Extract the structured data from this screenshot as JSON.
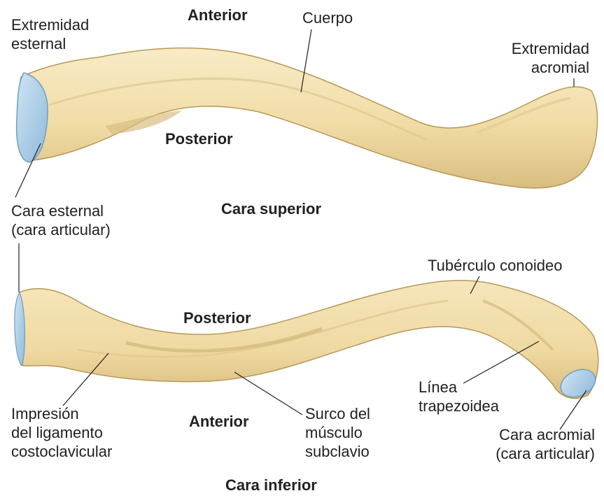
{
  "superior_view": {
    "title": "Cara superior",
    "orientation_top": "Anterior",
    "orientation_bottom": "Posterior",
    "labels": {
      "sternal_end": [
        "Extremidad",
        "esternal"
      ],
      "body": "Cuerpo",
      "acromial_end": [
        "Extremidad",
        "acromial"
      ],
      "sternal_facet": [
        "Cara esternal",
        "(cara articular)"
      ]
    }
  },
  "inferior_view": {
    "title": "Cara inferior",
    "orientation_top": "Posterior",
    "orientation_bottom": "Anterior",
    "labels": {
      "conoid_tubercle": "Tubérculo conoideo",
      "trapezoid_line": [
        "Línea",
        "trapezoidea"
      ],
      "costoclavicular_impression": [
        "Impresión",
        "del ligamento",
        "costoclavicular"
      ],
      "subclavius_groove": [
        "Surco del",
        "músculo",
        "subclavio"
      ],
      "acromial_facet": [
        "Cara acromial",
        "(cara articular)"
      ]
    }
  },
  "colors": {
    "bone_fill": "#f3e0ad",
    "bone_shadow": "#dcc184",
    "bone_outline": "#b59857",
    "articular_fill": "#a9cde6",
    "articular_outline": "#6f9fc2",
    "leader_line": "#231f20",
    "text": "#231f20"
  }
}
